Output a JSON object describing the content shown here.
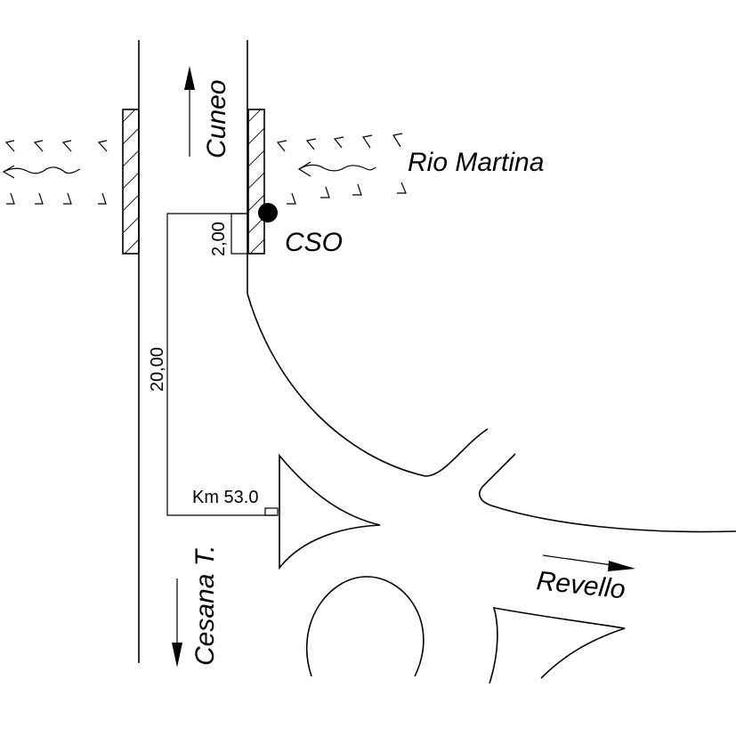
{
  "labels": {
    "north": "Cuneo",
    "river": "Rio Martina",
    "point": "CSO",
    "south": "Cesana T.",
    "east": "Revello",
    "km": "Km 53.0"
  },
  "dimensions": {
    "short": "2,00",
    "long": "20,00"
  },
  "colors": {
    "line": "#000000",
    "background": "#ffffff"
  }
}
